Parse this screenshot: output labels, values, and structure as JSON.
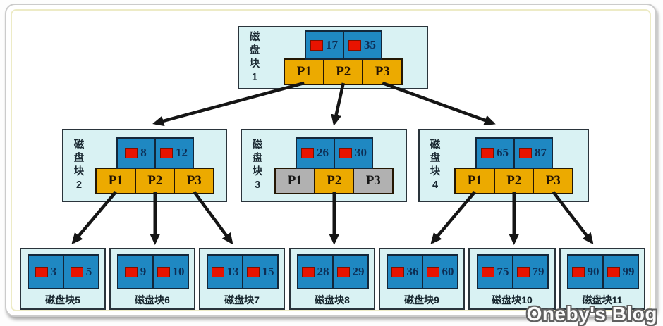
{
  "diagram": {
    "kind": "b-tree-disk-block-index",
    "watermark": "Oneby's Blog",
    "colors": {
      "node_background": "#d9f2f3",
      "key_cell_blue": "#1f88c2",
      "pointer_active_orange": "#ecaa00",
      "pointer_inactive_gray": "#b1b1b1",
      "record_icon_red": "#e81300",
      "arrow_black": "#151515"
    },
    "nodes": [
      {
        "id": "b1",
        "label": "磁盘块1",
        "level": 1,
        "keys": [
          "17",
          "35"
        ],
        "pointers": [
          {
            "label": "P1",
            "state": "active"
          },
          {
            "label": "P2",
            "state": "active"
          },
          {
            "label": "P3",
            "state": "active"
          }
        ]
      },
      {
        "id": "b2",
        "label": "磁盘块2",
        "level": 2,
        "keys": [
          "8",
          "12"
        ],
        "pointers": [
          {
            "label": "P1",
            "state": "active"
          },
          {
            "label": "P2",
            "state": "active"
          },
          {
            "label": "P3",
            "state": "active"
          }
        ]
      },
      {
        "id": "b3",
        "label": "磁盘块3",
        "level": 2,
        "keys": [
          "26",
          "30"
        ],
        "pointers": [
          {
            "label": "P1",
            "state": "inactive"
          },
          {
            "label": "P2",
            "state": "active"
          },
          {
            "label": "P3",
            "state": "inactive"
          }
        ]
      },
      {
        "id": "b4",
        "label": "磁盘块4",
        "level": 2,
        "keys": [
          "65",
          "87"
        ],
        "pointers": [
          {
            "label": "P1",
            "state": "active"
          },
          {
            "label": "P2",
            "state": "active"
          },
          {
            "label": "P3",
            "state": "active"
          }
        ]
      },
      {
        "id": "b5",
        "label": "磁盘块5",
        "level": 3,
        "keys": [
          "3",
          "5"
        ],
        "pointers": []
      },
      {
        "id": "b6",
        "label": "磁盘块6",
        "level": 3,
        "keys": [
          "9",
          "10"
        ],
        "pointers": []
      },
      {
        "id": "b7",
        "label": "磁盘块7",
        "level": 3,
        "keys": [
          "13",
          "15"
        ],
        "pointers": []
      },
      {
        "id": "b8",
        "label": "磁盘块8",
        "level": 3,
        "keys": [
          "28",
          "29"
        ],
        "pointers": []
      },
      {
        "id": "b9",
        "label": "磁盘块9",
        "level": 3,
        "keys": [
          "36",
          "60"
        ],
        "pointers": []
      },
      {
        "id": "b10",
        "label": "磁盘块10",
        "level": 3,
        "keys": [
          "75",
          "79"
        ],
        "pointers": []
      },
      {
        "id": "b11",
        "label": "磁盘块11",
        "level": 3,
        "keys": [
          "90",
          "99"
        ],
        "pointers": []
      }
    ],
    "edges": [
      {
        "from": "b1.p1",
        "to": "b2"
      },
      {
        "from": "b1.p2",
        "to": "b3"
      },
      {
        "from": "b1.p3",
        "to": "b4"
      },
      {
        "from": "b2.p1",
        "to": "b5"
      },
      {
        "from": "b2.p2",
        "to": "b6"
      },
      {
        "from": "b2.p3",
        "to": "b7"
      },
      {
        "from": "b3.p2",
        "to": "b8"
      },
      {
        "from": "b4.p1",
        "to": "b9"
      },
      {
        "from": "b4.p2",
        "to": "b10"
      },
      {
        "from": "b4.p3",
        "to": "b11"
      }
    ]
  }
}
